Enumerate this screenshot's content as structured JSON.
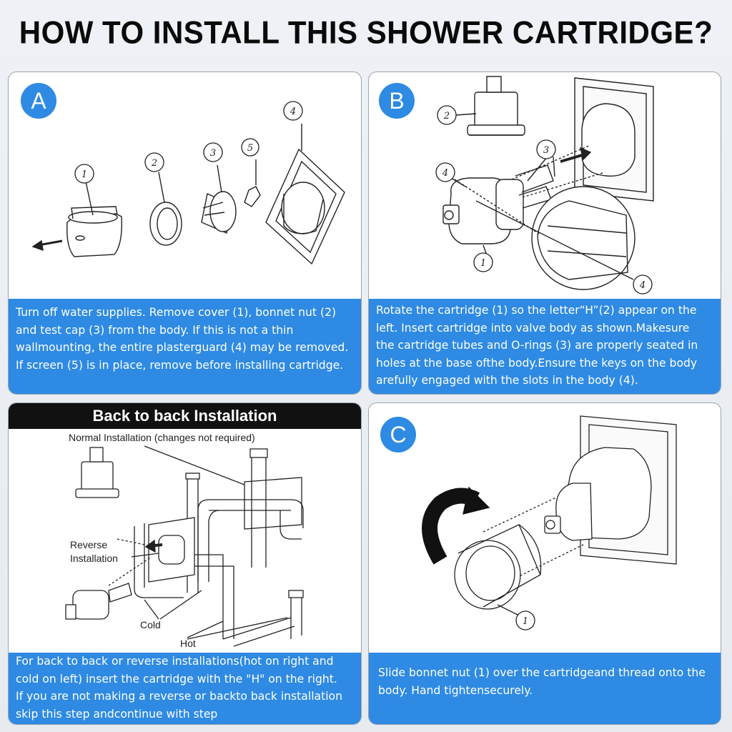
{
  "page_title": "HOW TO INSTALL THIS SHOWER CARTRIDGE?",
  "panels": {
    "a": {
      "badge": "A",
      "caption_lines": [
        "Turn off water supplies. Remove cover (1), bonnet nut (2)",
        "and test cap (3) from the body. If this is not a thin",
        "wallmounting, the entire plasterguard (4) may be removed.",
        "If screen (5) is in place, remove before installing cartridge."
      ],
      "callouts": [
        "1",
        "2",
        "3",
        "5",
        "4"
      ]
    },
    "b": {
      "badge": "B",
      "caption_lines": [
        "Rotate the cartridge (1) so the letter“H”(2) appear on the",
        "left. Insert cartridge into valve body as shown.Makesure",
        "the cartridge tubes and O-rings (3) are properly seated in",
        "holes at the base ofthe body.Ensure the keys on the body",
        "arefully engaged with the slots in the body (4)."
      ],
      "callouts": [
        "2",
        "3",
        "4",
        "1",
        "4"
      ]
    },
    "back": {
      "header": "Back to back Installation",
      "label_normal": "Normal Installation (changes not required)",
      "label_reverse_1": "Reverse",
      "label_reverse_2": "Installation",
      "label_cold": "Cold",
      "label_hot": "Hot",
      "caption_lines": [
        "For back to back or reverse installations(hot on right and",
        "cold on left) insert the cartridge with the \"H\"  on the right.",
        "If you are not making a reverse or backto back installation",
        "skip this step andcontinue with step"
      ]
    },
    "c": {
      "badge": "C",
      "caption_lines": [
        "Slide bonnet nut (1) over the cartridgeand thread onto the",
        "body. Hand tightensecurely."
      ],
      "callouts": [
        "1"
      ]
    }
  },
  "colors": {
    "accent_blue": "#2e8ae3",
    "header_black": "#111111",
    "background": "#eef1f5"
  }
}
